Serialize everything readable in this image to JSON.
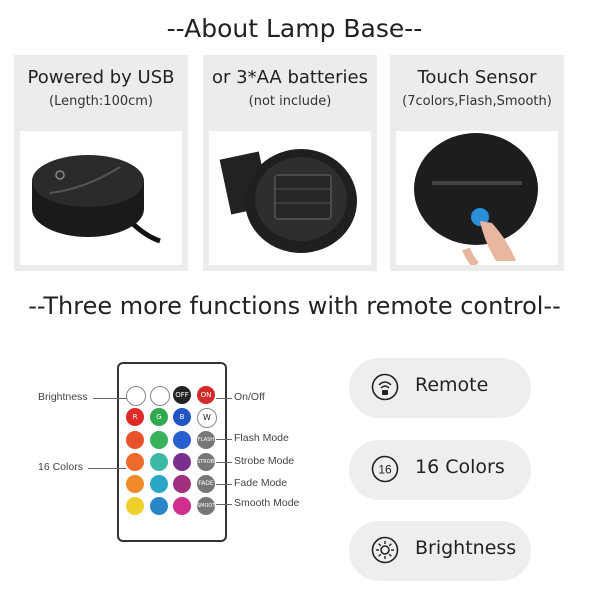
{
  "titles": {
    "about": "--About Lamp Base--",
    "functions": "--Three more functions with remote control--"
  },
  "cards": [
    {
      "title": "Powered by USB",
      "subtitle": "(Length:100cm)"
    },
    {
      "title": "or 3*AA batteries",
      "subtitle": "(not include)"
    },
    {
      "title": "Touch Sensor",
      "subtitle": "(7colors,Flash,Smooth)"
    }
  ],
  "remote": {
    "buttons": {
      "off": "OFF",
      "on": "ON",
      "r": "R",
      "g": "G",
      "b": "B",
      "w": "W",
      "flash": "FLASH",
      "strobe": "STROBE",
      "fade": "FADE",
      "smooth": "SMOOTH"
    },
    "labels": {
      "brightness": "Brightness",
      "onoff": "On/Off",
      "colors": "16 Colors",
      "flash": "Flash Mode",
      "strobe": "Strobe Mode",
      "fade": "Fade Mode",
      "smooth": "Smooth Mode"
    }
  },
  "features": [
    {
      "label": "Remote",
      "icon": "remote-wifi-icon"
    },
    {
      "label": "16 Colors",
      "icon": "sixteen-badge-icon",
      "badge": "16"
    },
    {
      "label": "Brightness",
      "icon": "sun-icon"
    }
  ]
}
